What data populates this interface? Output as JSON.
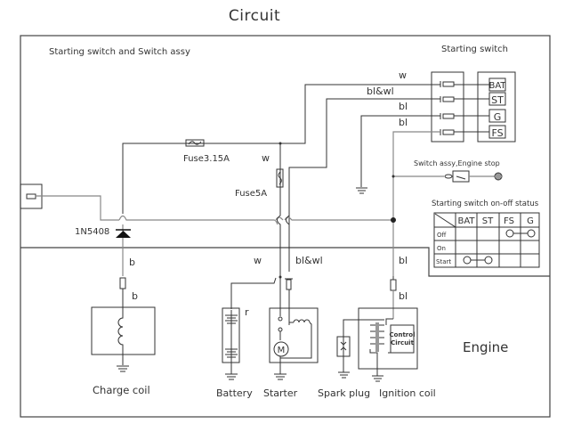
{
  "title": "Circuit",
  "sections": {
    "switch_assy": "Starting switch and Switch assy",
    "starting_switch": "Starting switch",
    "engine": "Engine"
  },
  "terminals": [
    "BAT",
    "ST",
    "G",
    "FS"
  ],
  "wires": {
    "bat": "w",
    "st": "bl&wl",
    "g": "bl",
    "fs": "bl",
    "fuse5_top": "w",
    "battery_feed": "w",
    "starter_feed": "bl&wl",
    "charge_upper": "b",
    "charge_lower": "b",
    "ignition_upper": "bl",
    "ignition_lower": "bl",
    "battery_pos": "r"
  },
  "components": {
    "fuse1": "Fuse3.15A",
    "fuse2": "Fuse5A",
    "diode": "1N5408",
    "engine_stop": "Switch assy,Engine stop",
    "control_circuit_line1": "Control",
    "control_circuit_line2": "Circuit"
  },
  "status_table": {
    "title": "Starting switch on-off status",
    "columns": [
      "BAT",
      "ST",
      "FS",
      "G"
    ],
    "rows": [
      {
        "label": "Off",
        "connected": [
          "FS",
          "G"
        ]
      },
      {
        "label": "On",
        "connected": []
      },
      {
        "label": "Start",
        "connected": [
          "BAT",
          "ST"
        ]
      }
    ]
  },
  "bottom_labels": {
    "charge_coil": "Charge coil",
    "battery": "Battery",
    "starter": "Starter",
    "spark_plug": "Spark plug",
    "ignition_coil": "Ignition coil"
  }
}
